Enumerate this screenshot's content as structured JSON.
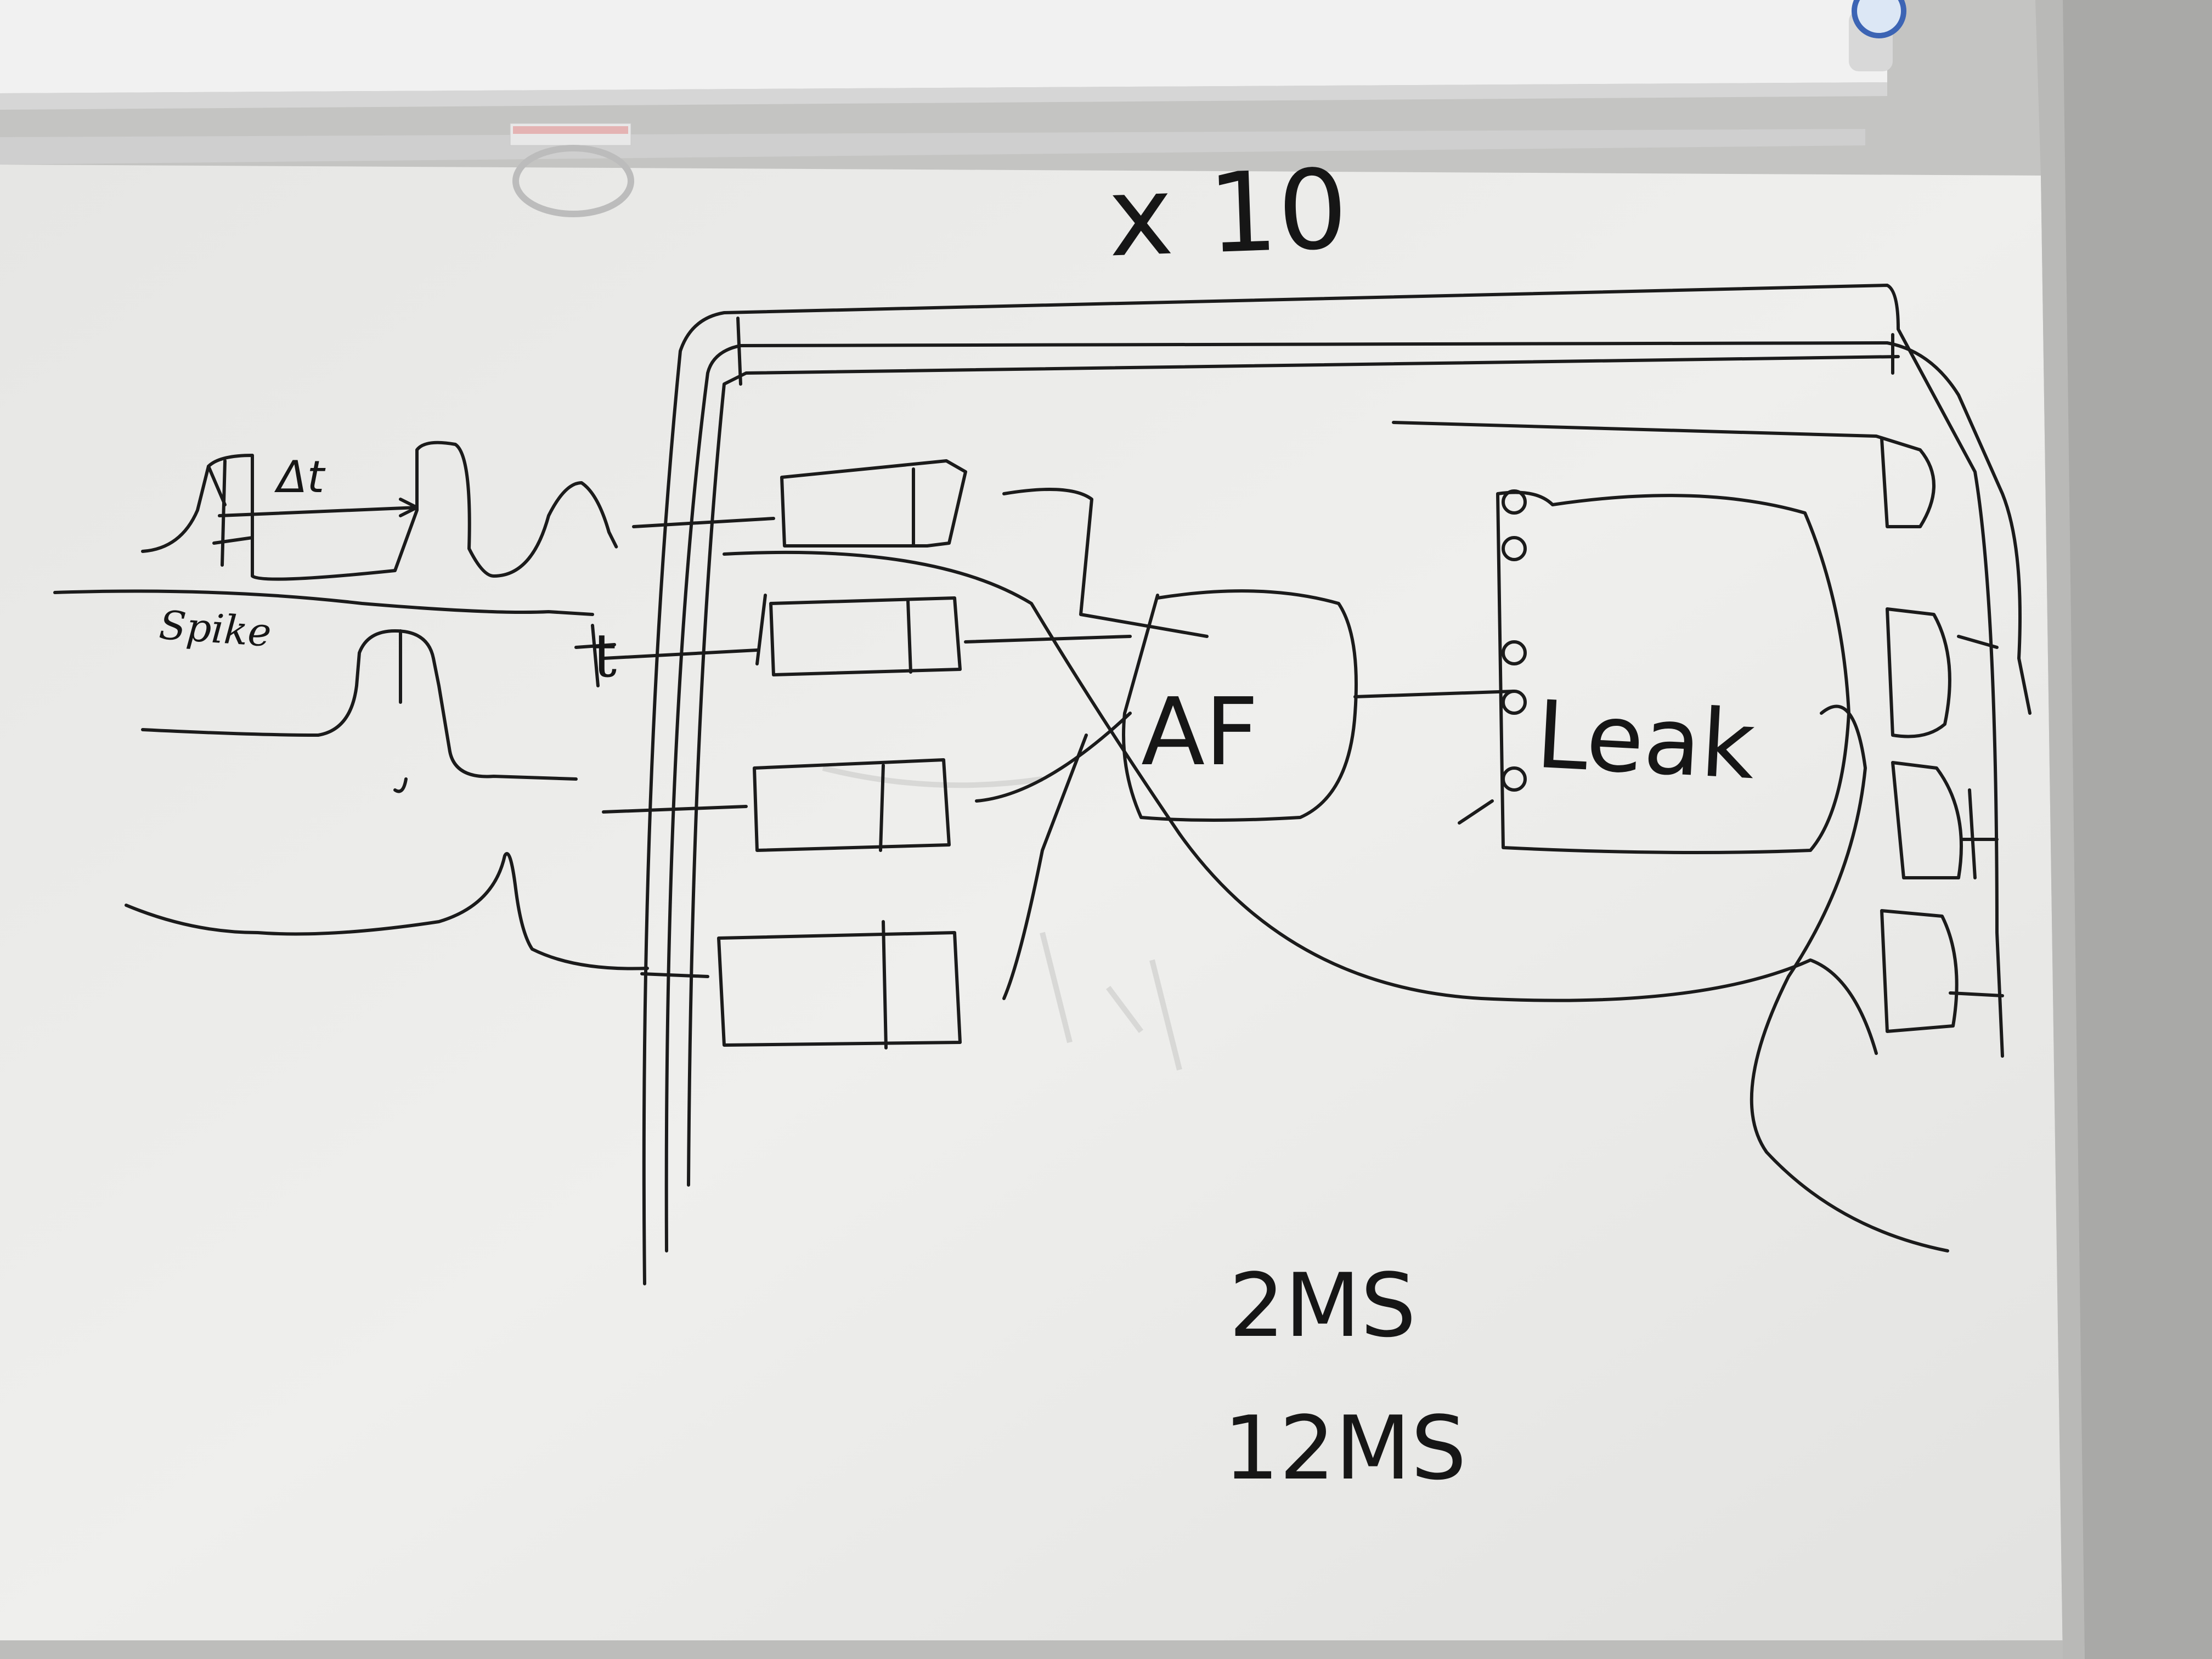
{
  "board": {
    "multiplier": "x 10",
    "delta_label": "Δt",
    "spike_label": "Spike",
    "time_axis_label": "t",
    "af_block": "AF",
    "leak_block": "Leak",
    "timing": [
      "2MS",
      "12MS"
    ]
  },
  "colors": {
    "marker": "#1b1b1b",
    "whiteboard": "#ececea",
    "frame": "#bfbfbd",
    "screen_case": "#e4e4e4"
  }
}
